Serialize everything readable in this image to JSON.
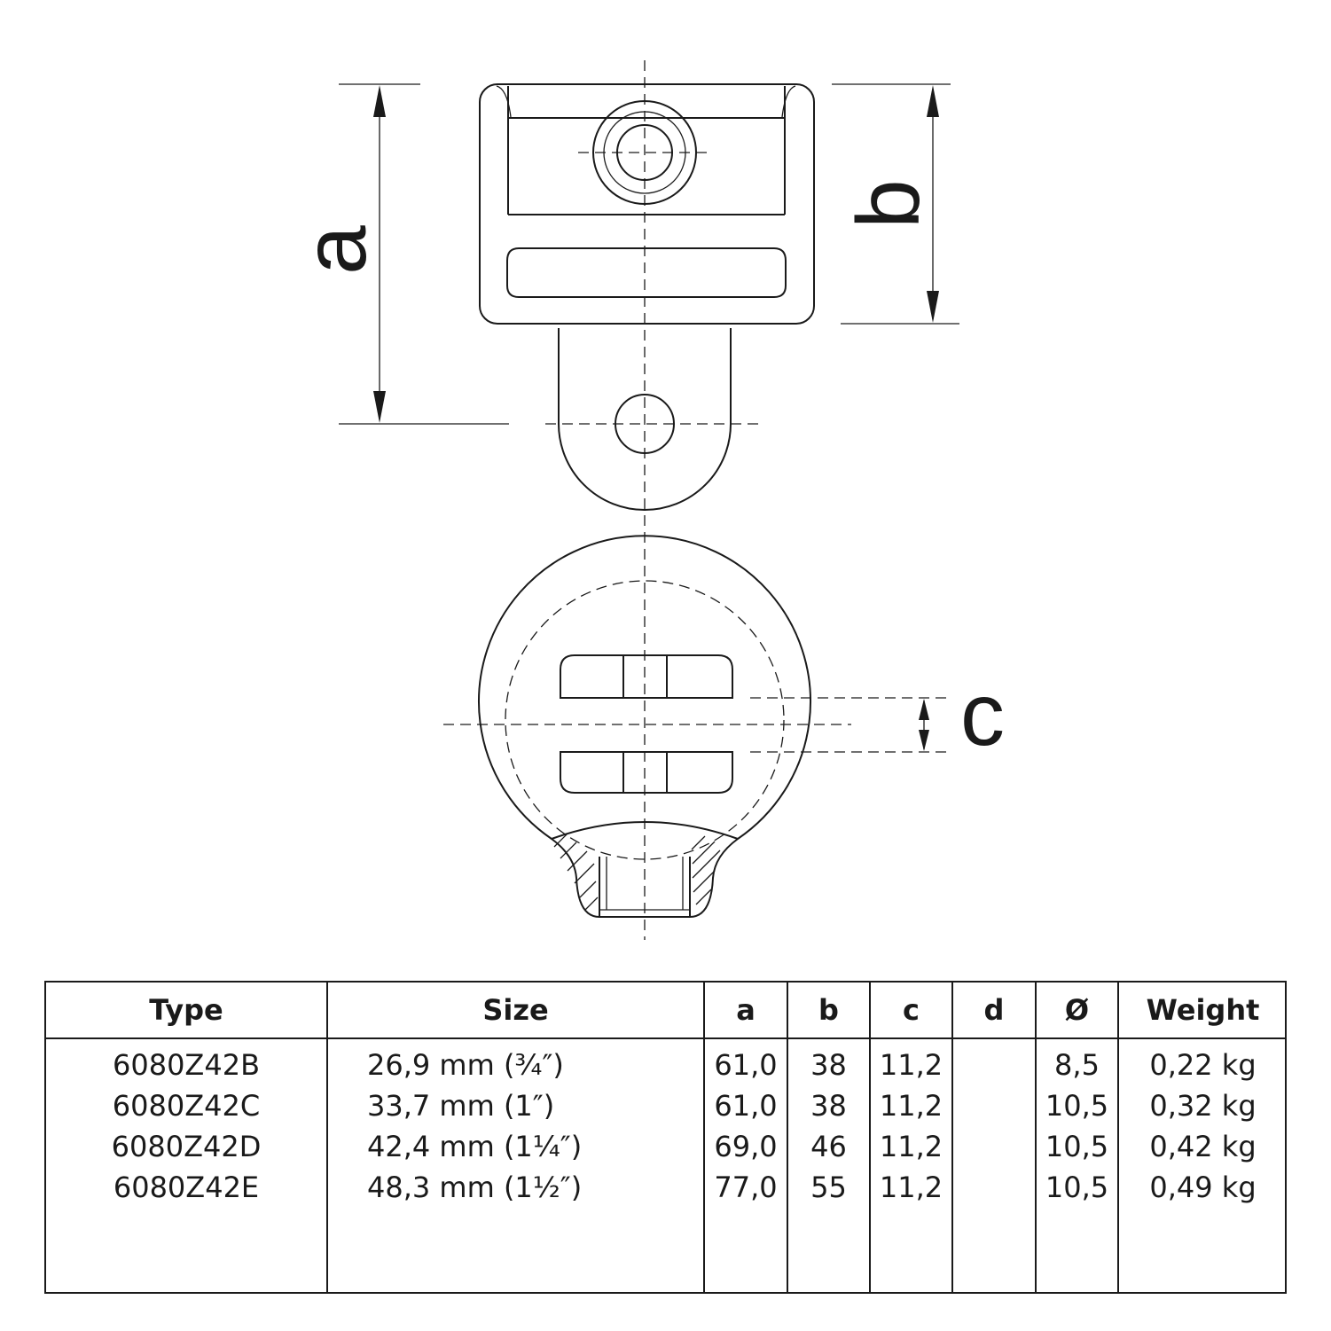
{
  "dimension_labels": {
    "a": "a",
    "b": "b",
    "c": "c"
  },
  "table": {
    "headers": [
      "Type",
      "Size",
      "a",
      "b",
      "c",
      "d",
      "Ø",
      "Weight"
    ],
    "rows": [
      [
        "6080Z42B",
        "26,9 mm (¾″)",
        "61,0",
        "38",
        "11,2",
        "",
        "8,5",
        "0,22 kg"
      ],
      [
        "6080Z42C",
        "33,7 mm (1″)",
        "61,0",
        "38",
        "11,2",
        "",
        "10,5",
        "0,32 kg"
      ],
      [
        "6080Z42D",
        "42,4 mm (1¼″)",
        "69,0",
        "46",
        "11,2",
        "",
        "10,5",
        "0,42 kg"
      ],
      [
        "6080Z42E",
        "48,3 mm (1½″)",
        "77,0",
        "55",
        "11,2",
        "",
        "10,5",
        "0,49 kg"
      ]
    ]
  }
}
